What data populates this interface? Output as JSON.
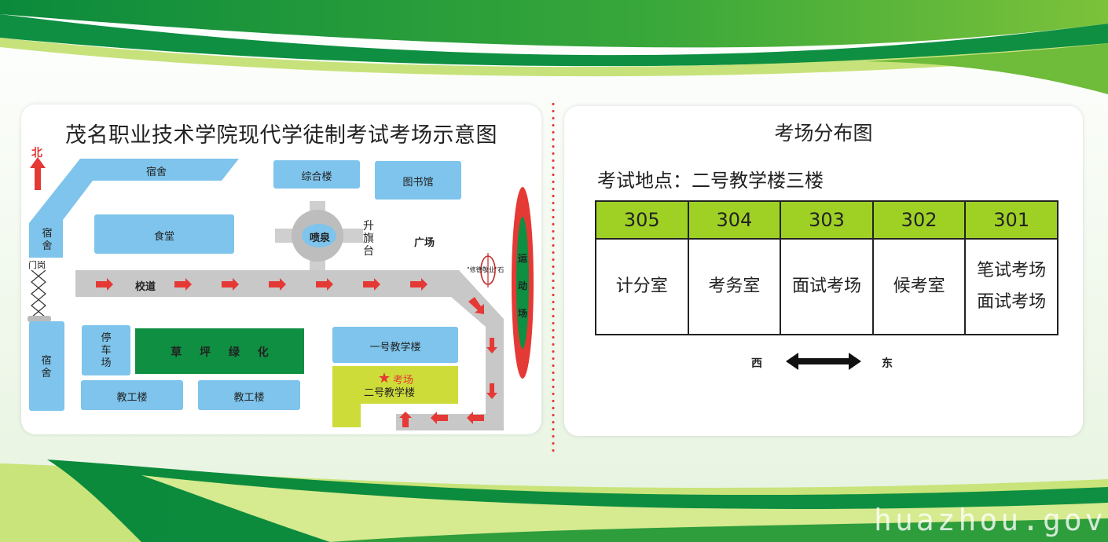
{
  "map": {
    "title": "茂名职业技术学院现代学徒制考试考场示意图",
    "north": "北",
    "dorm_top": "宿舍",
    "dorm_left": "宿舍",
    "gate": "门岗",
    "dorm_bottom": "宿舍",
    "complex": "综合楼",
    "library": "图书馆",
    "canteen": "食堂",
    "fountain": "喷泉",
    "flag": "升旗台",
    "square": "广场",
    "road": "校道",
    "stone": "\"修德敬业\"石",
    "field": "运动场",
    "parking": "停车场",
    "lawn": "草 坪 绿 化",
    "building1": "一号教学楼",
    "exam_mark": "考场",
    "building2": "二号教学楼",
    "staff1": "教工楼",
    "staff2": "教工楼"
  },
  "rooms": {
    "title": "考场分布图",
    "location": "考试地点：二号教学楼三楼",
    "headers": [
      "305",
      "304",
      "303",
      "302",
      "301"
    ],
    "uses": [
      [
        "计分室"
      ],
      [
        "考务室"
      ],
      [
        "面试考场"
      ],
      [
        "候考室"
      ],
      [
        "笔试考场",
        "面试考场"
      ]
    ],
    "west": "西",
    "east": "东"
  },
  "watermark": "huazhou.gov.c",
  "colors": {
    "green_dark": "#0a8a3a",
    "green_light": "#8cc63f",
    "building_blue": "#7ec4ec",
    "lawn_green": "#0f8f42",
    "exam_yellow": "#cddc39",
    "header_green": "#9fd125",
    "arrow_red": "#e53935"
  }
}
